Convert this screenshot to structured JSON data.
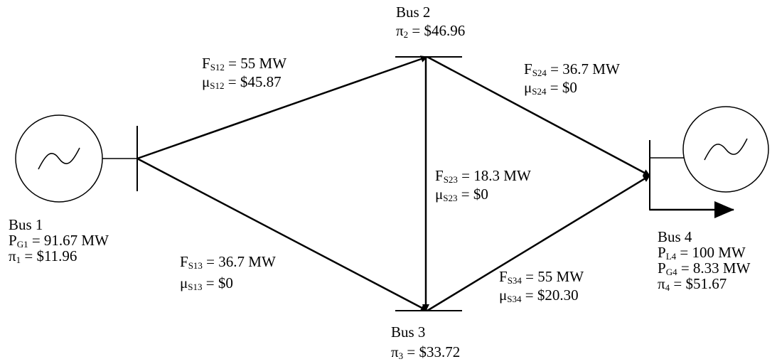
{
  "buses": {
    "bus1": {
      "name": "Bus 1",
      "lines": [
        {
          "sym": "P",
          "sub": "G1",
          "rest": " = 91.67 MW"
        },
        {
          "sym": "π",
          "sub": "1",
          "rest": " = $11.96"
        }
      ]
    },
    "bus2": {
      "name": "Bus 2",
      "lines": [
        {
          "sym": "π",
          "sub": "2",
          "rest": " = $46.96"
        }
      ]
    },
    "bus3": {
      "name": "Bus 3",
      "lines": [
        {
          "sym": "π",
          "sub": "3",
          "rest": " = $33.72"
        }
      ]
    },
    "bus4": {
      "name": "Bus 4",
      "lines": [
        {
          "sym": "P",
          "sub": "L4",
          "rest": " = 100 MW"
        },
        {
          "sym": "P",
          "sub": "G4",
          "rest": " = 8.33 MW"
        },
        {
          "sym": "π",
          "sub": "4",
          "rest": " = $51.67"
        }
      ]
    }
  },
  "flows": {
    "l12": [
      {
        "sym": "F",
        "sub": "S12",
        "rest": " = 55 MW"
      },
      {
        "sym": "μ",
        "sub": "S12",
        "rest": " = $45.87"
      }
    ],
    "l24": [
      {
        "sym": "F",
        "sub": "S24",
        "rest": " = 36.7 MW"
      },
      {
        "sym": "μ",
        "sub": "S24",
        "rest": " = $0"
      }
    ],
    "l23": [
      {
        "sym": "F",
        "sub": "S23",
        "rest": " = 18.3 MW"
      },
      {
        "sym": "μ",
        "sub": "S23",
        "rest": " = $0"
      }
    ],
    "l13": [
      {
        "sym": "F",
        "sub": "S13",
        "rest": " = 36.7 MW"
      },
      {
        "sym": "μ",
        "sub": "S13",
        "rest": " = $0"
      }
    ],
    "l34": [
      {
        "sym": "F",
        "sub": "S34",
        "rest": " = 55 MW"
      },
      {
        "sym": "μ",
        "sub": "S34",
        "rest": " = $20.30"
      }
    ]
  }
}
